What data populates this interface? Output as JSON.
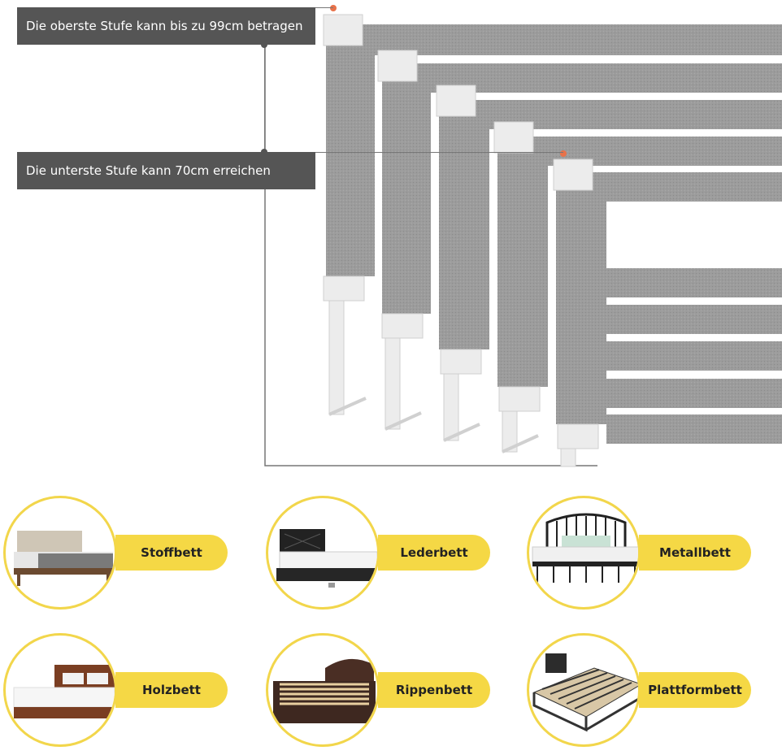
{
  "callouts": {
    "top": "Die oberste Stufe kann bis zu 99cm betragen",
    "bottom": "Die unterste Stufe kann 70cm erreichen"
  },
  "colors": {
    "fabric": "#9a9a9a",
    "bracket": "#ececec",
    "callout_bg": "#555555",
    "accent_yellow": "#f5d845",
    "marker": "#e8724a"
  },
  "bed_types": [
    {
      "label": "Stoffbett",
      "icon": "fabric-bed-icon"
    },
    {
      "label": "Lederbett",
      "icon": "leather-bed-icon"
    },
    {
      "label": "Metallbett",
      "icon": "metal-bed-icon"
    },
    {
      "label": "Holzbett",
      "icon": "wooden-bed-icon"
    },
    {
      "label": "Rippenbett",
      "icon": "slatted-bed-icon"
    },
    {
      "label": "Plattformbett",
      "icon": "platform-bed-icon"
    }
  ]
}
